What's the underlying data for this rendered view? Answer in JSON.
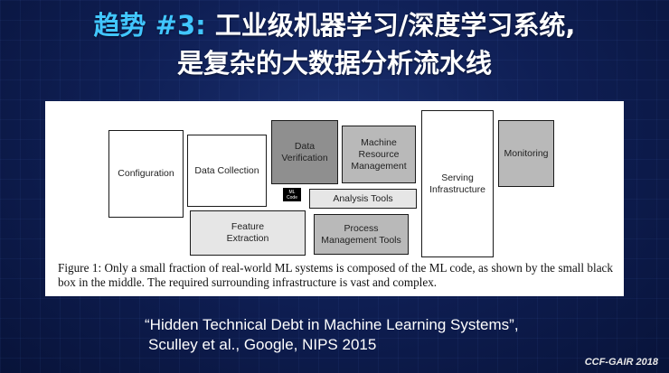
{
  "slide": {
    "title_accent": "趋势 #3:",
    "title_line1_rest": " 工业级机器学习/深度学习系统,",
    "title_line2": "是复杂的大数据分析流水线"
  },
  "figure": {
    "boxes": {
      "configuration": "Configuration",
      "data_collection": "Data Collection",
      "data_verification": "Data\nVerification",
      "machine_resource_management": "Machine\nResource\nManagement",
      "serving_infrastructure": "Serving\nInfrastructure",
      "monitoring": "Monitoring",
      "ml_code": "ML\nCode",
      "analysis_tools": "Analysis Tools",
      "feature_extraction": "Feature\nExtraction",
      "process_management_tools": "Process\nManagement Tools"
    },
    "caption": "Figure 1: Only a small fraction of real-world ML systems is composed of the ML code, as shown by the small black box in the middle. The required surrounding infrastructure is vast and complex."
  },
  "citation": {
    "line1": "“Hidden Technical Debt in Machine Learning Systems”,",
    "line2": "Sculley et al., Google, NIPS 2015"
  },
  "footer": "CCF-GAIR 2018"
}
